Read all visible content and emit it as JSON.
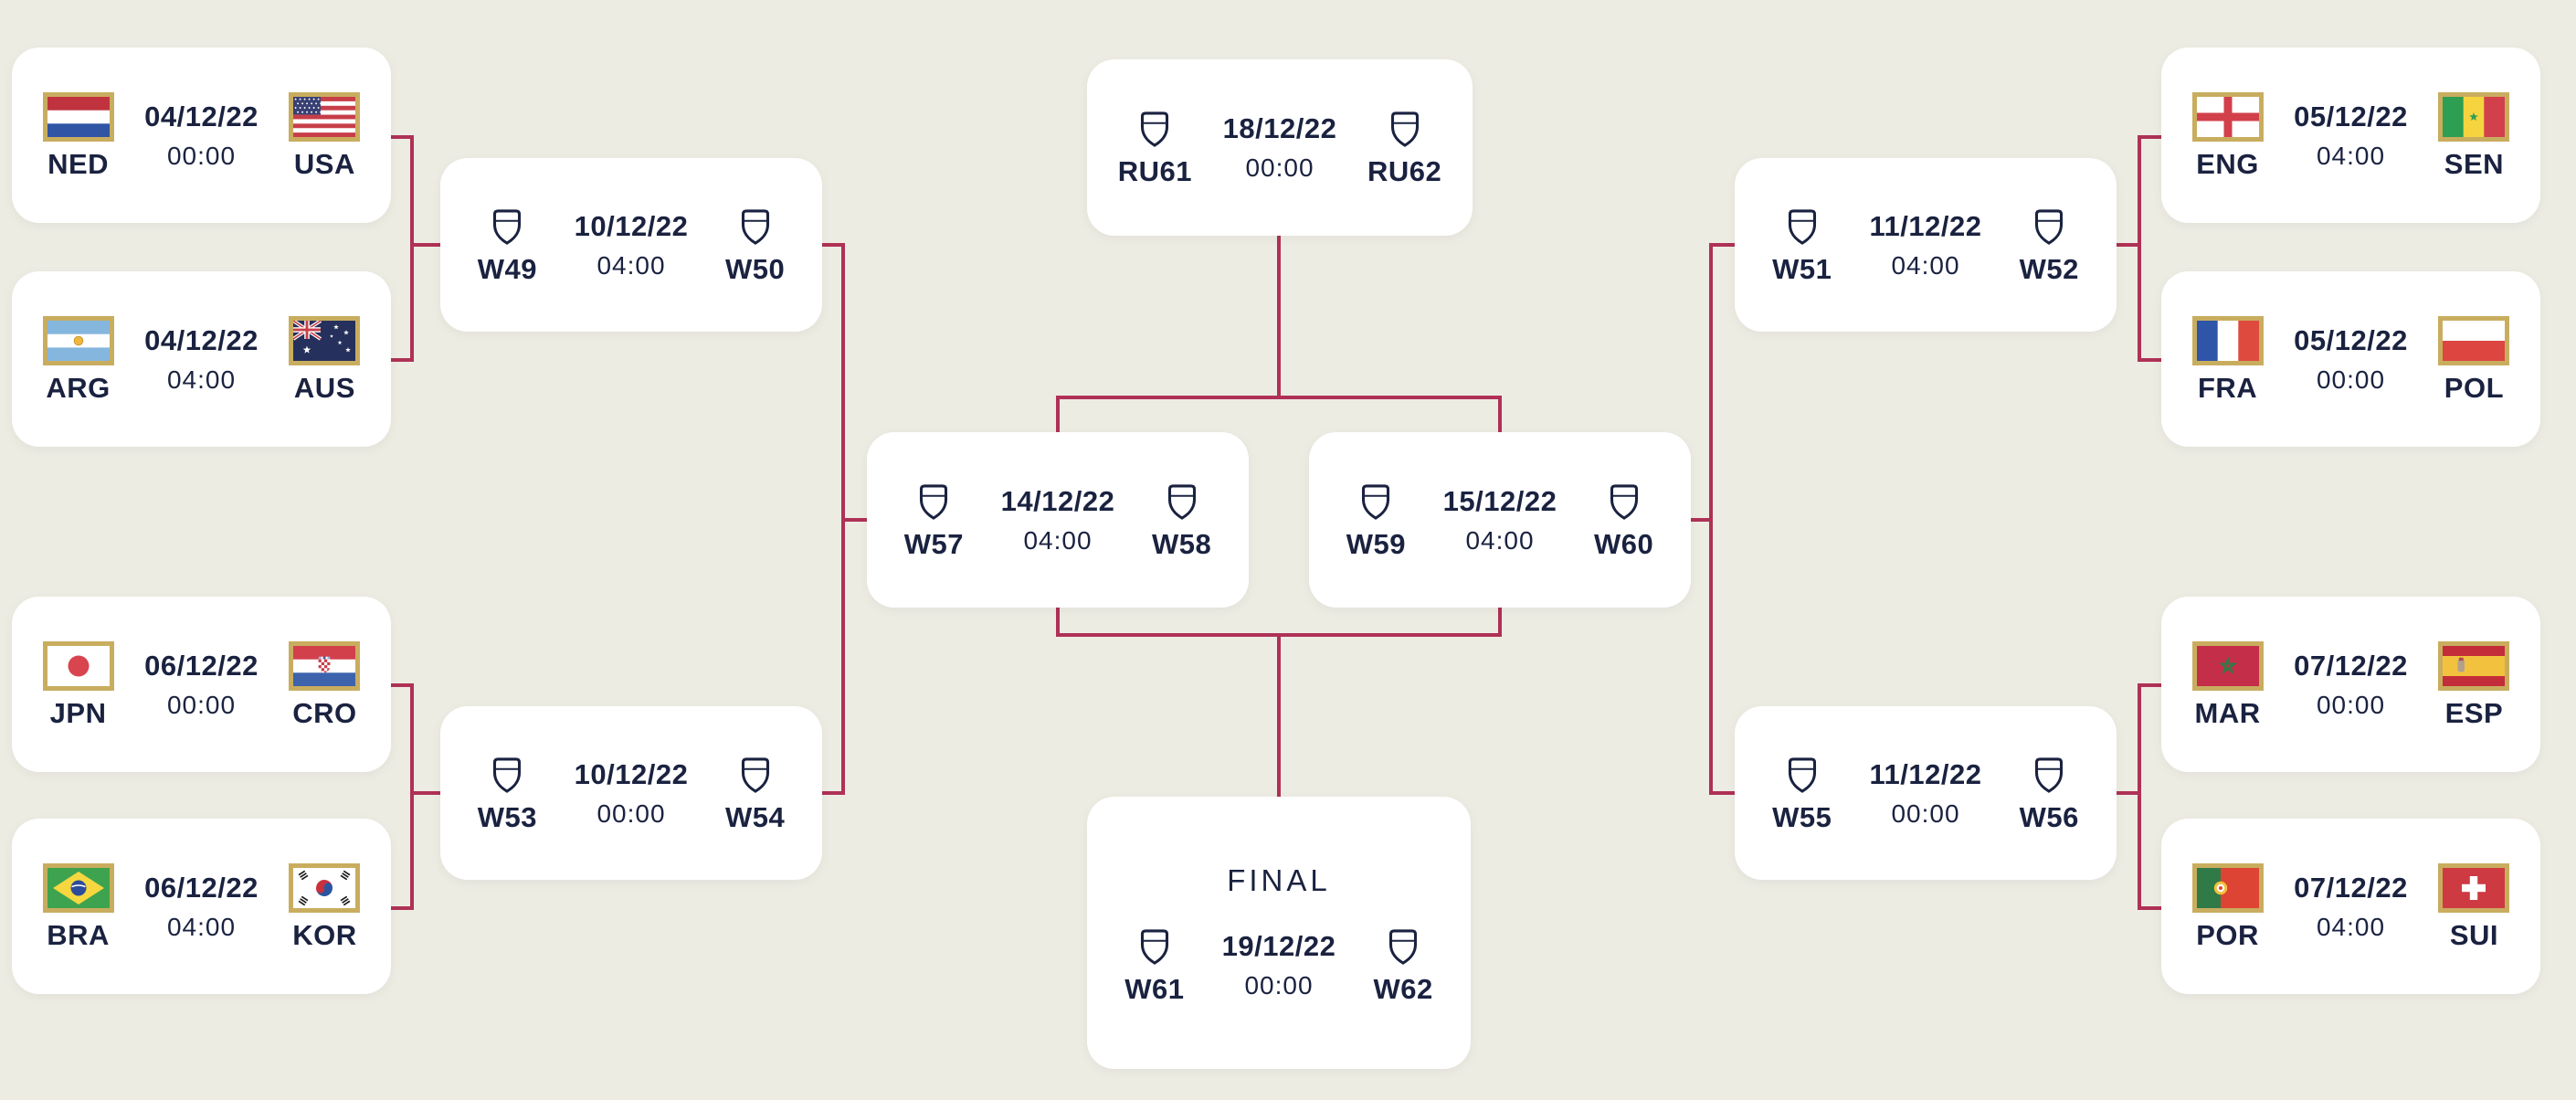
{
  "colors": {
    "background": "#EDECE3",
    "card": "#FFFFFF",
    "connector_line": "#AF3156",
    "text": "#1A2240",
    "flag_border": "#C9AD5F"
  },
  "bracket": {
    "left_round_of_16": [
      {
        "date": "04/12/22",
        "time": "00:00",
        "home": {
          "code": "NED",
          "flag": "ned"
        },
        "away": {
          "code": "USA",
          "flag": "usa"
        }
      },
      {
        "date": "04/12/22",
        "time": "04:00",
        "home": {
          "code": "ARG",
          "flag": "arg"
        },
        "away": {
          "code": "AUS",
          "flag": "aus"
        }
      },
      {
        "date": "06/12/22",
        "time": "00:00",
        "home": {
          "code": "JPN",
          "flag": "jpn"
        },
        "away": {
          "code": "CRO",
          "flag": "cro"
        }
      },
      {
        "date": "06/12/22",
        "time": "04:00",
        "home": {
          "code": "BRA",
          "flag": "bra"
        },
        "away": {
          "code": "KOR",
          "flag": "kor"
        }
      }
    ],
    "left_quarterfinals": [
      {
        "date": "10/12/22",
        "time": "04:00",
        "home": {
          "code": "W49"
        },
        "away": {
          "code": "W50"
        }
      },
      {
        "date": "10/12/22",
        "time": "00:00",
        "home": {
          "code": "W53"
        },
        "away": {
          "code": "W54"
        }
      }
    ],
    "semifinals": [
      {
        "date": "14/12/22",
        "time": "04:00",
        "home": {
          "code": "W57"
        },
        "away": {
          "code": "W58"
        }
      },
      {
        "date": "15/12/22",
        "time": "04:00",
        "home": {
          "code": "W59"
        },
        "away": {
          "code": "W60"
        }
      }
    ],
    "third_place_match": {
      "date": "18/12/22",
      "time": "00:00",
      "home": {
        "code": "RU61"
      },
      "away": {
        "code": "RU62"
      }
    },
    "final_match": {
      "title": "FINAL",
      "date": "19/12/22",
      "time": "00:00",
      "home": {
        "code": "W61"
      },
      "away": {
        "code": "W62"
      }
    },
    "right_quarterfinals": [
      {
        "date": "11/12/22",
        "time": "04:00",
        "home": {
          "code": "W51"
        },
        "away": {
          "code": "W52"
        }
      },
      {
        "date": "11/12/22",
        "time": "00:00",
        "home": {
          "code": "W55"
        },
        "away": {
          "code": "W56"
        }
      }
    ],
    "right_round_of_16": [
      {
        "date": "05/12/22",
        "time": "04:00",
        "home": {
          "code": "ENG",
          "flag": "eng"
        },
        "away": {
          "code": "SEN",
          "flag": "sen"
        }
      },
      {
        "date": "05/12/22",
        "time": "00:00",
        "home": {
          "code": "FRA",
          "flag": "fra"
        },
        "away": {
          "code": "POL",
          "flag": "pol"
        }
      },
      {
        "date": "07/12/22",
        "time": "00:00",
        "home": {
          "code": "MAR",
          "flag": "mar"
        },
        "away": {
          "code": "ESP",
          "flag": "esp"
        }
      },
      {
        "date": "07/12/22",
        "time": "04:00",
        "home": {
          "code": "POR",
          "flag": "por"
        },
        "away": {
          "code": "SUI",
          "flag": "sui"
        }
      }
    ]
  }
}
